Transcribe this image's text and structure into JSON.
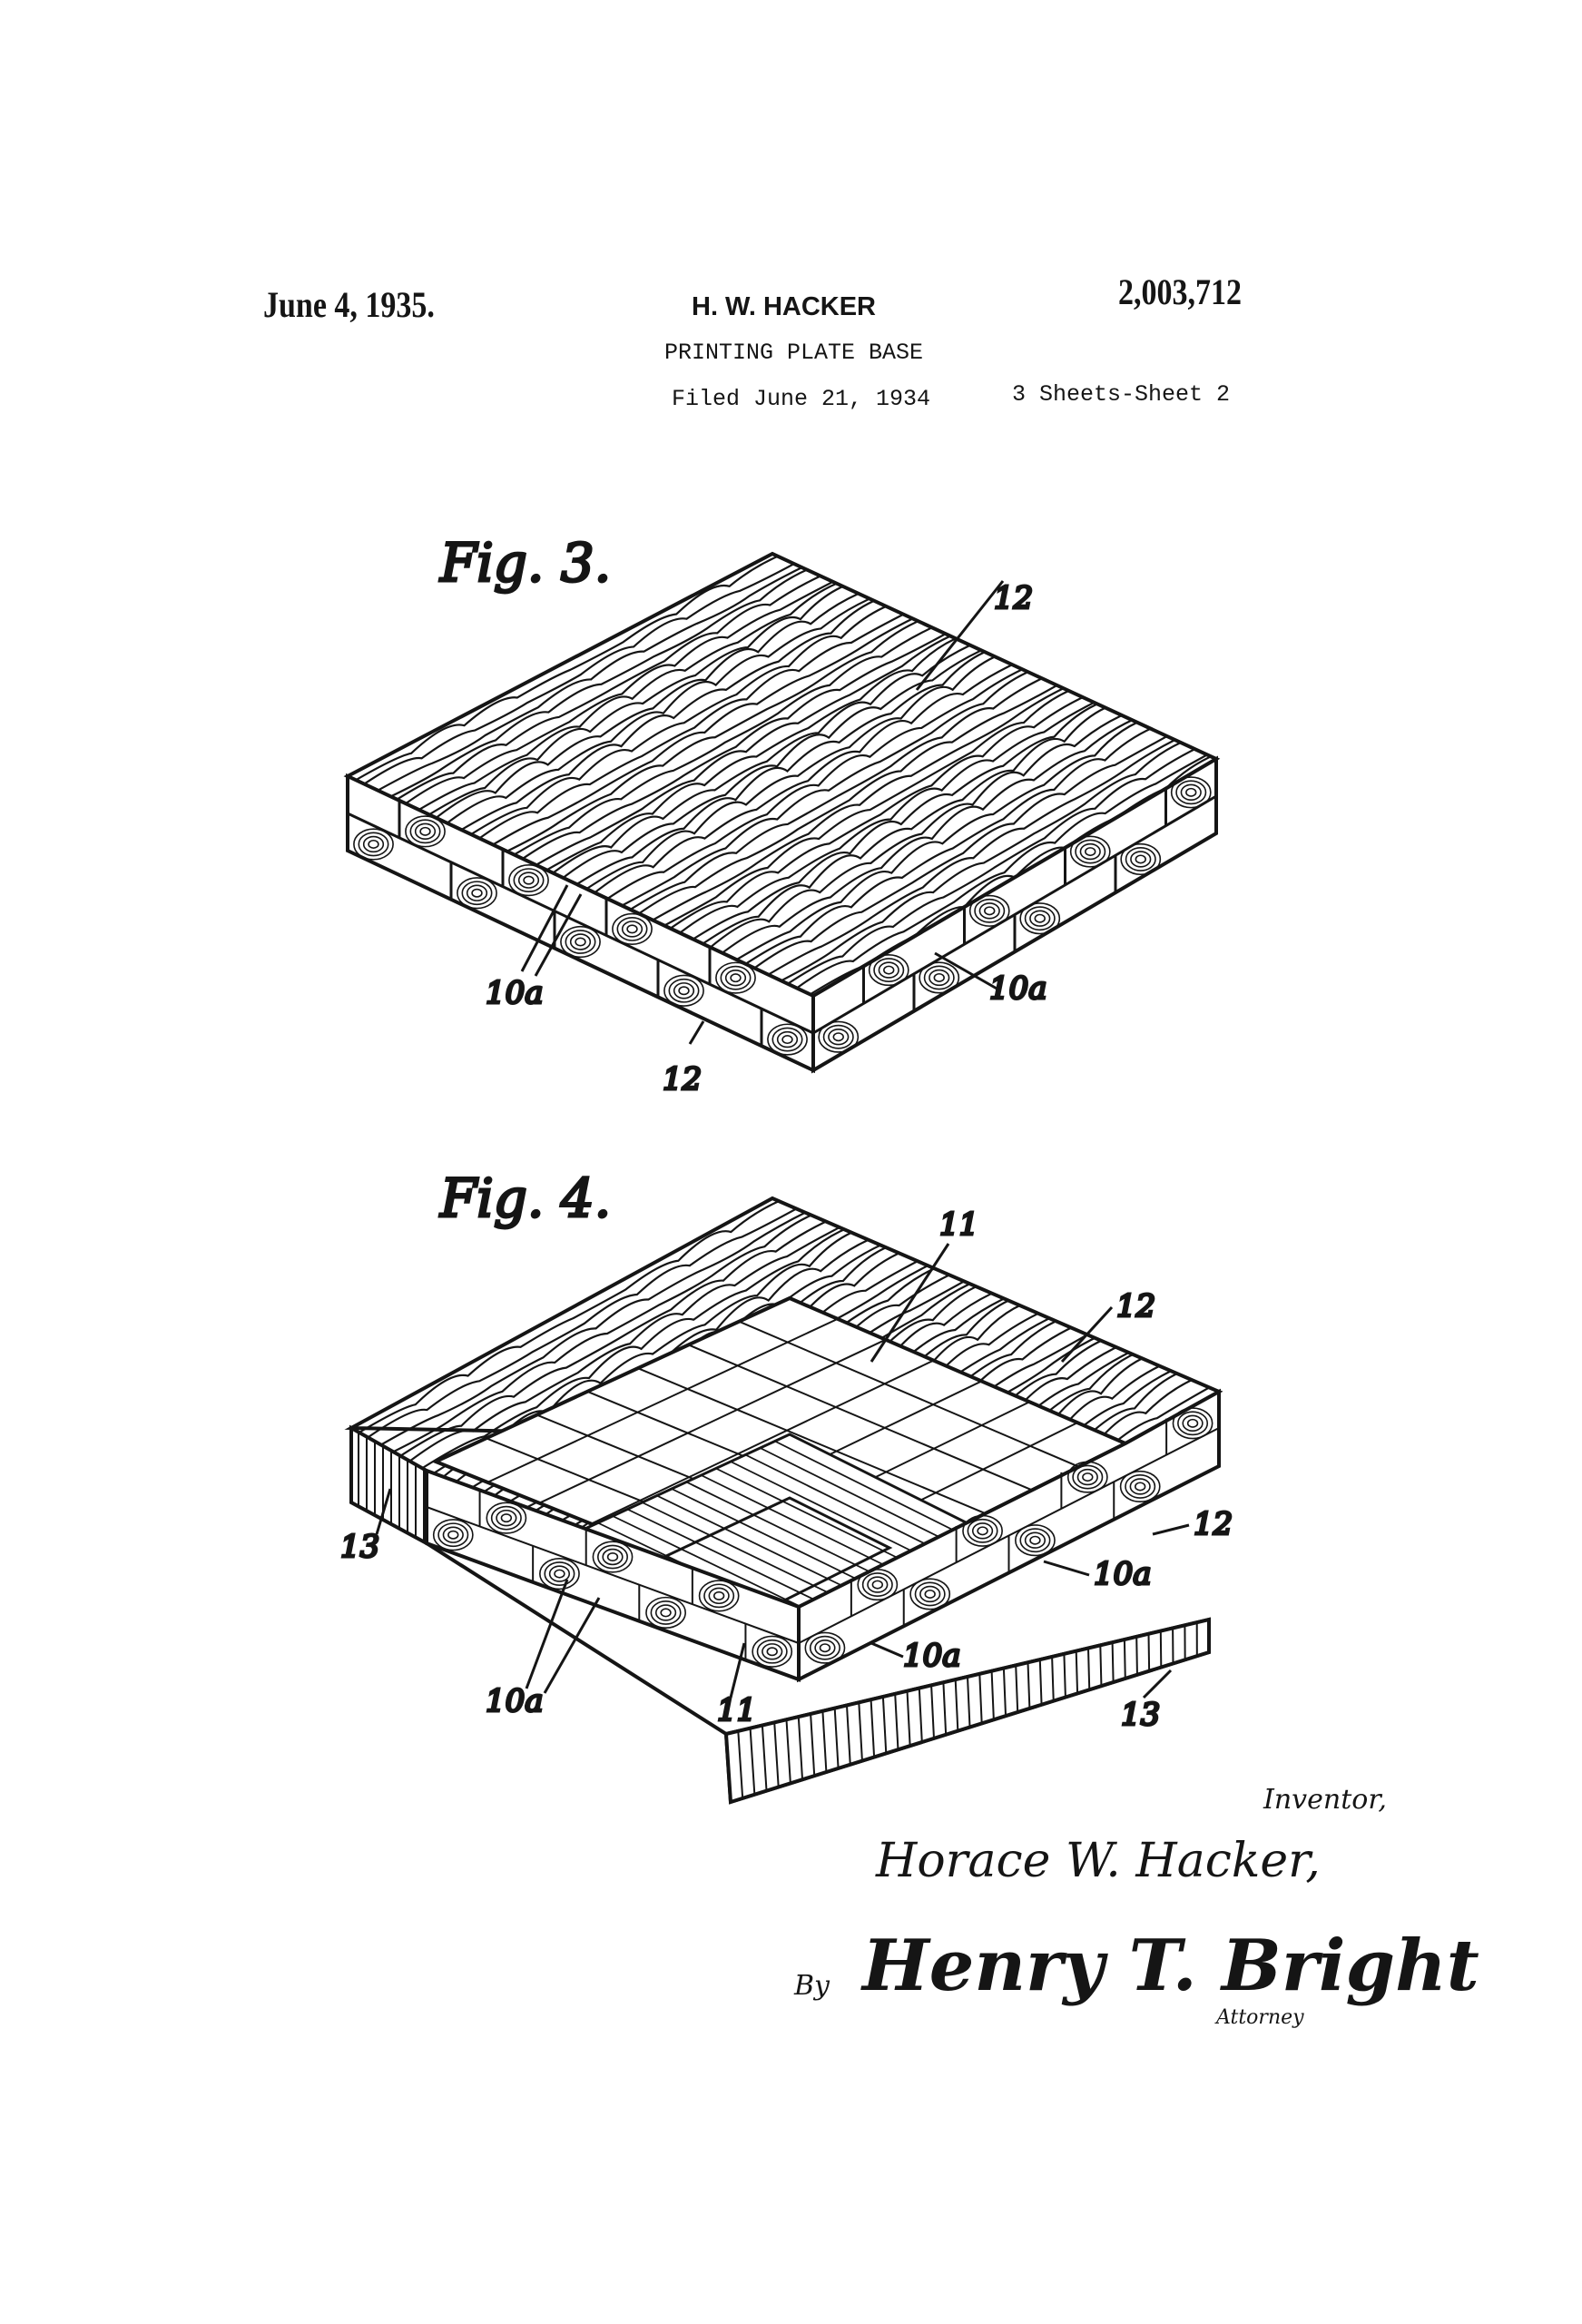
{
  "header": {
    "date": "June 4, 1935.",
    "inventor_short": "H. W. HACKER",
    "patent_number": "2,003,712",
    "title": "PRINTING PLATE BASE",
    "filed": "Filed June 21, 1934",
    "sheets": "3 Sheets-Sheet 2"
  },
  "figures": [
    {
      "label": "Fig. 3.",
      "refs": [
        "12",
        "10a",
        "12",
        "10a"
      ]
    },
    {
      "label": "Fig. 4.",
      "refs": [
        "11",
        "12",
        "12",
        "10a",
        "10a",
        "13",
        "10a",
        "11",
        "13"
      ]
    }
  ],
  "signature_block": {
    "inventor_caption": "Inventor,",
    "inventor_name": "Horace W. Hacker,",
    "by": "By",
    "attorney_signature": "Henry T. Bright",
    "attorney_caption": "Attorney"
  },
  "colors": {
    "ink": "#151515",
    "paper": "#ffffff"
  }
}
